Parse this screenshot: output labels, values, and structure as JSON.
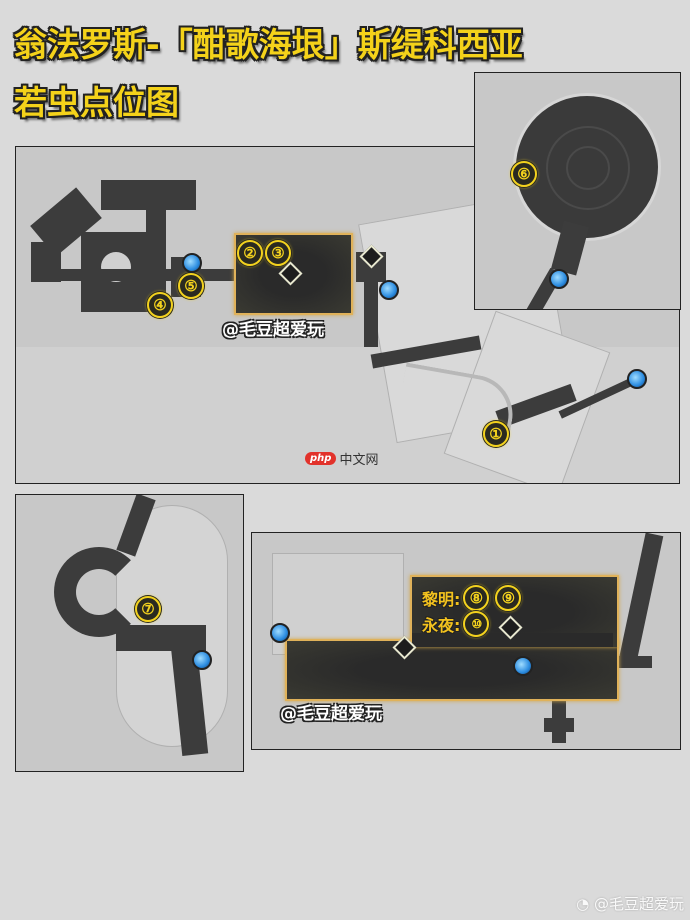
{
  "title": {
    "line1": "翁法罗斯-「酣歌海垠」斯缇科西亚",
    "line2": "若虫点位图"
  },
  "maps": {
    "main": {
      "markers": [
        {
          "id": "marker-1",
          "label": "①"
        },
        {
          "id": "marker-2",
          "label": "②"
        },
        {
          "id": "marker-3",
          "label": "③"
        },
        {
          "id": "marker-4",
          "label": "④"
        },
        {
          "id": "marker-5",
          "label": "⑤"
        }
      ],
      "watermark": "@毛豆超爱玩"
    },
    "inset_top_right": {
      "markers": [
        {
          "id": "marker-6",
          "label": "⑥"
        }
      ]
    },
    "bottom_left": {
      "markers": [
        {
          "id": "marker-7",
          "label": "⑦"
        }
      ]
    },
    "bottom_right": {
      "legend": {
        "dawn_label": "黎明:",
        "dawn_markers": [
          "⑧",
          "⑨"
        ],
        "night_label": "永夜:",
        "night_markers": [
          "⑩"
        ]
      },
      "watermark": "@毛豆超爱玩"
    }
  },
  "site_watermark": {
    "badge": "php",
    "text": "中文网"
  },
  "footer_watermark": "@毛豆超爱玩",
  "colors": {
    "title_yellow": "#f4d21a",
    "marker_yellow": "#f3d21e",
    "highlight_border": "#e0b25a",
    "teleport_blue": "#2a8be0"
  }
}
